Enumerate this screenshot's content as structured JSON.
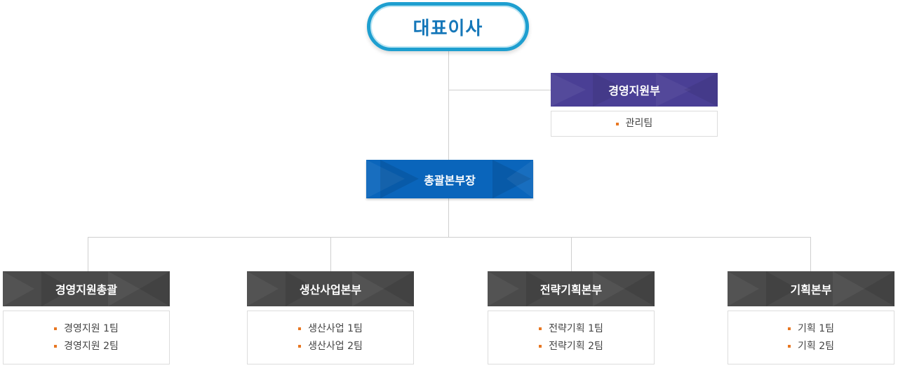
{
  "ceo": {
    "label": "대표이사"
  },
  "support": {
    "label": "경영지원부",
    "teams": [
      "관리팀"
    ]
  },
  "general_manager": {
    "label": "총괄본부장"
  },
  "divisions": [
    {
      "label": "경영지원총괄",
      "teams": [
        "경영지원 1팀",
        "경영지원 2팀"
      ]
    },
    {
      "label": "생산사업본부",
      "teams": [
        "생산사업 1팀",
        "생산사업 2팀"
      ]
    },
    {
      "label": "전략기획본부",
      "teams": [
        "전략기획 1팀",
        "전략기획 2팀"
      ]
    },
    {
      "label": "기획본부",
      "teams": [
        "기획 1팀",
        "기획 2팀"
      ]
    }
  ],
  "colors": {
    "ceo_border": "#1e9fd0",
    "ceo_text": "#1577b9",
    "support_header": "#4a3f95",
    "general_manager": "#0a65bb",
    "division_header": "#4a4a4a",
    "bullet": "#e87722",
    "connector": "#cfcfcf"
  }
}
